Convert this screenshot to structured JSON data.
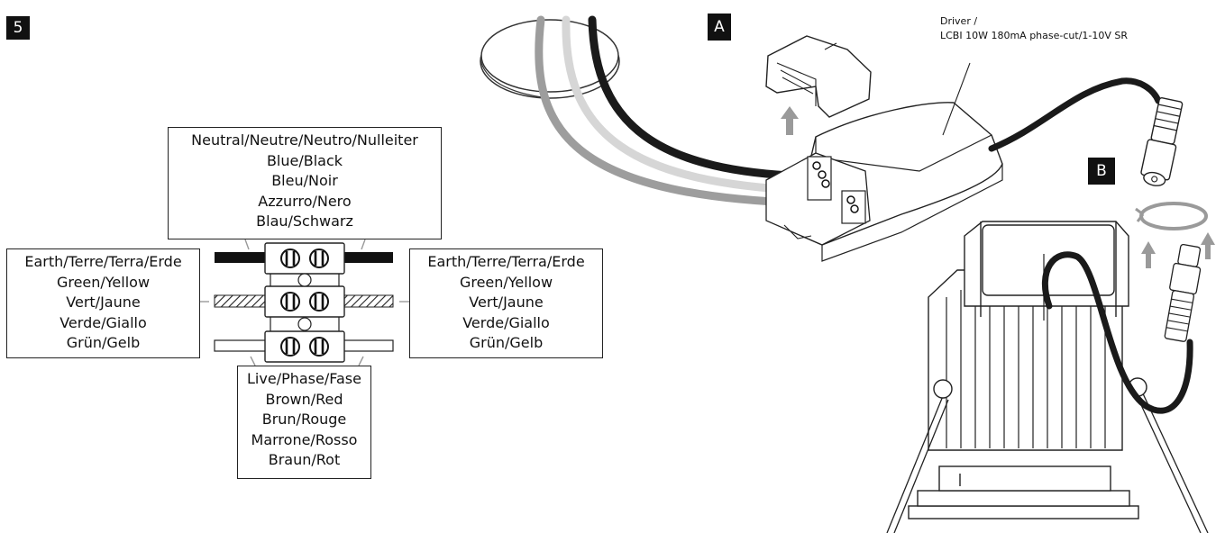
{
  "step_number": "5",
  "badges": {
    "a": "A",
    "b": "B"
  },
  "driver_callout": {
    "line1": "Driver /",
    "line2": "LCBI 10W 180mA phase-cut/1-10V SR"
  },
  "labels": {
    "neutral": [
      "Neutral/Neutre/Neutro/Nulleiter",
      "Blue/Black",
      "Bleu/Noir",
      "Azzurro/Nero",
      "Blau/Schwarz"
    ],
    "earth_left": [
      "Earth/Terre/Terra/Erde",
      "Green/Yellow",
      "Vert/Jaune",
      "Verde/Giallo",
      "Grün/Gelb"
    ],
    "earth_right": [
      "Earth/Terre/Terra/Erde",
      "Green/Yellow",
      "Vert/Jaune",
      "Verde/Giallo",
      "Grün/Gelb"
    ],
    "live": [
      "Live/Phase/Fase",
      "Brown/Red",
      "Brun/Rouge",
      "Marrone/Rosso",
      "Braun/Rot"
    ]
  },
  "colors": {
    "ink": "#111111",
    "arrow_grey": "#9a9a9a",
    "wire_dark": "#1a1a1a",
    "wire_mid": "#9d9d9d",
    "wire_light": "#d6d6d6"
  }
}
